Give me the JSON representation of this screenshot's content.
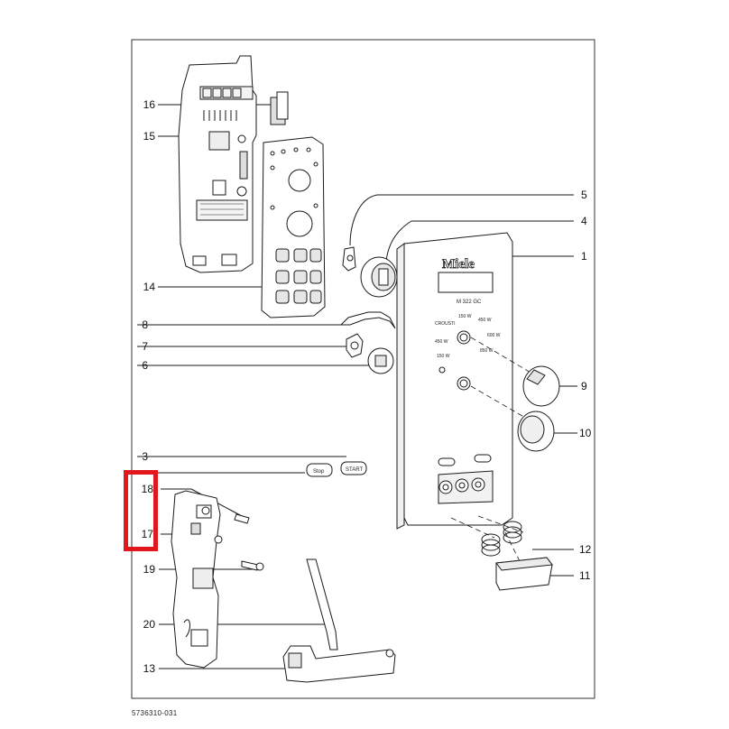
{
  "document_code": "5736310-031",
  "brand_logo": "Miele",
  "model_label": "M 322 GC",
  "selector_labels": {
    "p150": "150 W",
    "p450": "450 W",
    "p600": "600 W",
    "p850": "850 W",
    "crousti": "CROUSTI",
    "grill450": "450 W",
    "grill150": "150 W"
  },
  "button_labels": {
    "stop": "Stop",
    "start": "START"
  },
  "callouts": {
    "n1": "1",
    "n3": "3",
    "n4": "4",
    "n5": "5",
    "n6": "6",
    "n7": "7",
    "n8": "8",
    "n9": "9",
    "n10": "10",
    "n11": "11",
    "n12": "12",
    "n13": "13",
    "n14": "14",
    "n15": "15",
    "n16": "16",
    "n17": "17",
    "n18": "18",
    "n19": "19",
    "n20": "20"
  },
  "highlight": {
    "color": "#e3161b",
    "parts": [
      "18",
      "17"
    ]
  },
  "colors": {
    "line": "#1a1a1a",
    "part_fill": "#ffffff",
    "shade": "#d8d8d8",
    "frame": "#333333"
  }
}
